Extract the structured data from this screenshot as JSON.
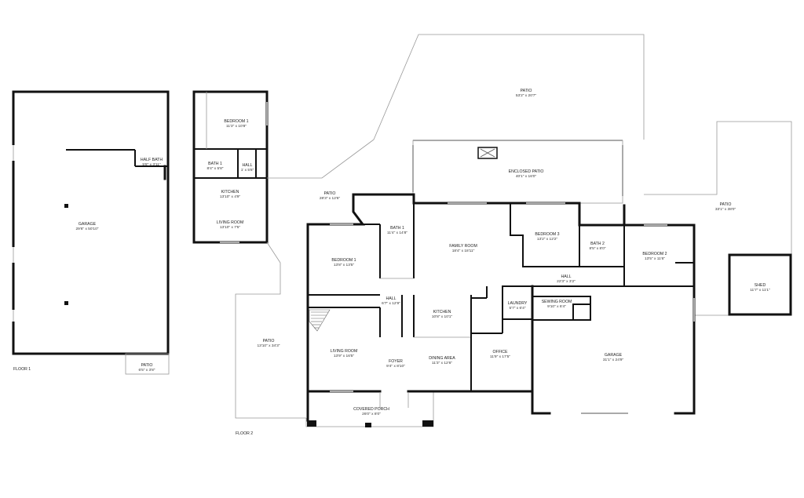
{
  "floors": {
    "floor1": "FLOOR 1",
    "floor2": "FLOOR 2"
  },
  "rooms": {
    "garage_detached": {
      "name": "GARAGE",
      "dim": "29'6\" x 50'10\""
    },
    "half_bath": {
      "name": "HALF BATH",
      "dim": "5'8\" x 3'11\""
    },
    "patio_f1": {
      "name": "PATIO",
      "dim": "6'5\" x 3'8\""
    },
    "guest_bedroom": {
      "name": "BEDROOM 1",
      "dim": "11'3\" x 10'8\""
    },
    "guest_bath": {
      "name": "BATH 1",
      "dim": "8'4\" x 5'8\""
    },
    "guest_hall": {
      "name": "HALL",
      "dim": "1' x 5'8\""
    },
    "guest_kitchen": {
      "name": "KITCHEN",
      "dim": "13'10\" x 4'9\""
    },
    "guest_living": {
      "name": "LIVING ROOM",
      "dim": "13'10\" x 7'5\""
    },
    "patio_top": {
      "name": "PATIO",
      "dim": "53'2\" x 20'7\""
    },
    "enclosed_patio": {
      "name": "ENCLOSED PATIO",
      "dim": "40'1\" x 16'0\""
    },
    "patio_mid": {
      "name": "PATIO",
      "dim": "28'3\" x 12'6\""
    },
    "patio_right": {
      "name": "PATIO",
      "dim": "33'1\" x 38'0\""
    },
    "shed": {
      "name": "SHED",
      "dim": "11'7\" x 11'1\""
    },
    "bath1": {
      "name": "BATH 1",
      "dim": "11'4\" x 14'8\""
    },
    "family_room": {
      "name": "FAMILY ROOM",
      "dim": "18'4\" x 18'11\""
    },
    "bedroom3": {
      "name": "BEDROOM 3",
      "dim": "13'2\" x 12'2\""
    },
    "bath2": {
      "name": "BATH 2",
      "dim": "8'5\" x 8'0\""
    },
    "bedroom2": {
      "name": "BEDROOM 2",
      "dim": "13'5\" x 11'6\""
    },
    "bedroom1": {
      "name": "BEDROOM 1",
      "dim": "13'8\" x 13'5\""
    },
    "hall_main": {
      "name": "HALL",
      "dim": "22'3\" x 3'2\""
    },
    "hall_small": {
      "name": "HALL",
      "dim": "6'7\" x 12'9\""
    },
    "laundry": {
      "name": "LAUNDRY",
      "dim": "5'7\" x 6'4\""
    },
    "sewing_room": {
      "name": "SEWING ROOM",
      "dim": "9'10\" x 6'4\""
    },
    "kitchen": {
      "name": "KITCHEN",
      "dim": "10'8\" x 10'1\""
    },
    "patio_left": {
      "name": "PATIO",
      "dim": "13'10\" x 34'3\""
    },
    "living_room": {
      "name": "LIVING ROOM",
      "dim": "13'9\" x 16'5\""
    },
    "foyer": {
      "name": "FOYER",
      "dim": "9'4\" x 8'10\""
    },
    "dining_area": {
      "name": "DINING AREA",
      "dim": "11'3\" x 12'6\""
    },
    "office": {
      "name": "OFFICE",
      "dim": "11'9\" x 17'5\""
    },
    "garage_attached": {
      "name": "GARAGE",
      "dim": "31'1\" x 24'9\""
    },
    "covered_porch": {
      "name": "COVERED PORCH",
      "dim": "26'0\" x 8'0\""
    }
  }
}
